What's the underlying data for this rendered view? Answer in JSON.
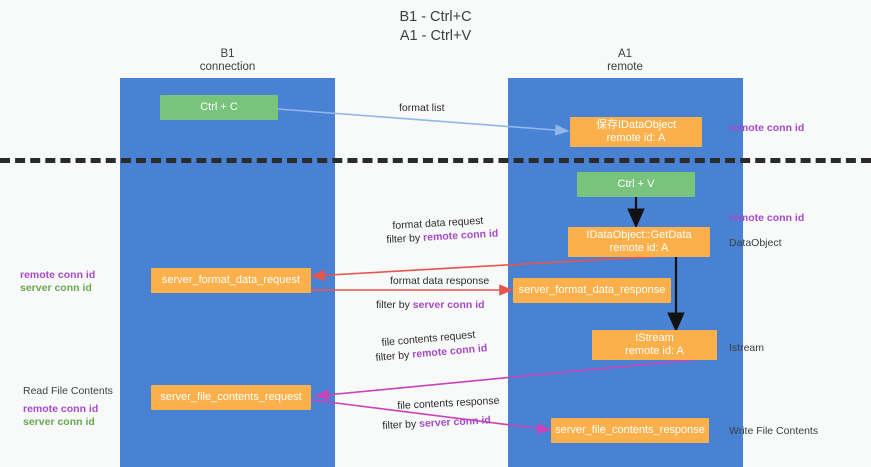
{
  "title": "B1 - Ctrl+C\nA1 - Ctrl+V",
  "columns": {
    "left": "B1\nconnection",
    "right": "A1\nremote"
  },
  "boxes": {
    "ctrl_c": "Ctrl + C",
    "save_idataobject": "保存IDataObject\nremote id: A",
    "ctrl_v": "Ctrl + V",
    "getdata": "IDataObject::GetData\nremote id: A",
    "server_format_data_request": "server_format_data_request",
    "server_format_data_response": "server_format_data_response",
    "istream": "IStream\nremote id: A",
    "server_file_contents_request": "server_file_contents_request",
    "server_file_contents_response": "server_file_contents_response"
  },
  "right_labels": {
    "remote_conn_id_top": "remote conn id",
    "remote_conn_id_mid": "remote conn id",
    "dataobject": "DataObject",
    "istream": "Istream",
    "write_file_contents": "Write File Contents"
  },
  "left_labels": {
    "remote_conn_id": "remote conn id",
    "server_conn_id": "server conn id",
    "read_file_contents": "Read File Contents",
    "remote_conn_id_2": "remote conn id",
    "server_conn_id_2": "server conn id"
  },
  "edges": {
    "format_list": "format list",
    "format_data_request": "format data request",
    "format_data_request_filter_pre": "filter by ",
    "format_data_request_filter_key": "remote conn id",
    "format_data_response": "format data response",
    "format_data_response_filter_pre": "filter by ",
    "format_data_response_filter_key": "server conn id",
    "file_contents_request": "file contents request",
    "file_contents_request_filter_pre": "filter by ",
    "file_contents_request_filter_key": "remote conn id",
    "file_contents_response": "file contents response",
    "file_contents_response_filter_pre": "filter by ",
    "file_contents_response_filter_key": "server conn id"
  },
  "colors": {
    "lane": "#4a82d3",
    "green_box": "#78c47d",
    "orange_box": "#fbb04b",
    "purple": "#a64ac9",
    "green_text": "#6aa84f",
    "blue_arrow": "#8fb8e8",
    "red_arrow": "#e8554e",
    "magenta_arrow": "#c843b8",
    "black_arrow": "#111111",
    "background": "#f8f9f9"
  }
}
